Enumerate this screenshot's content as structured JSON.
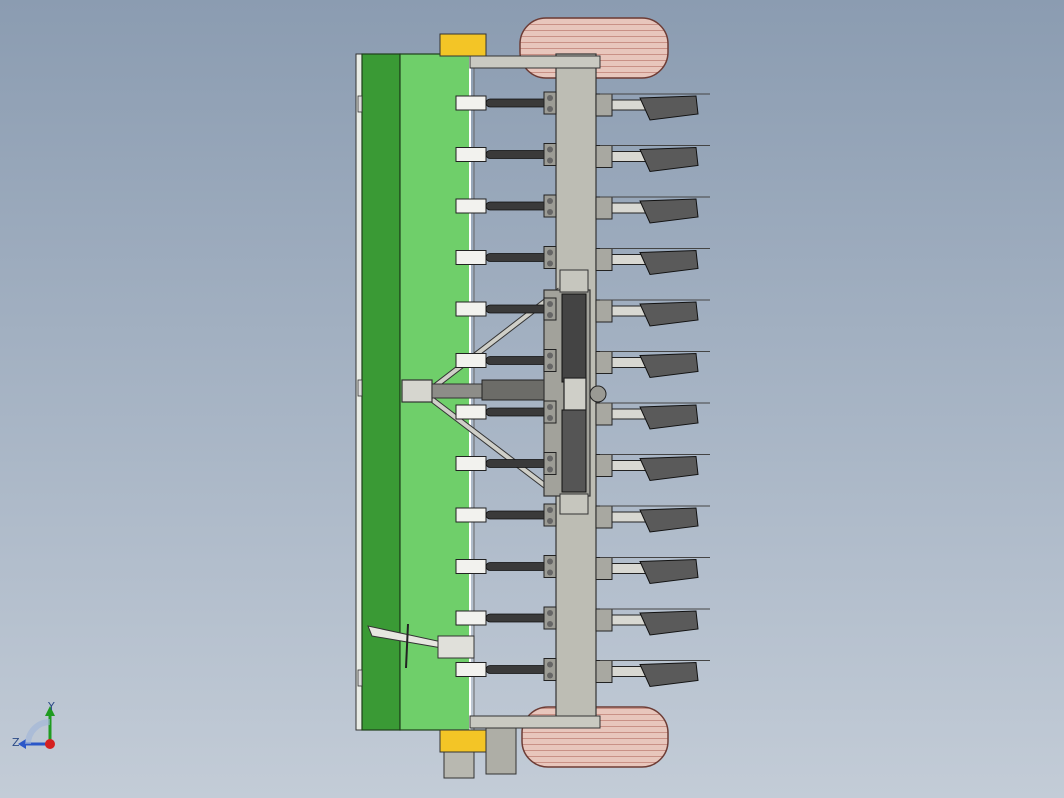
{
  "view": {
    "background_top": "#8b9cb1",
    "background_bottom": "#c3ccd7",
    "model": "seed-drill-top-view"
  },
  "model": {
    "hopper_dark_color": "#3a9a35",
    "hopper_light_color": "#6fcf6a",
    "frame_color": "#bdbdb4",
    "bracket_yellow": "#f3c526",
    "tire_color": "#d49a8c",
    "row_units": 12
  },
  "triad": {
    "y_label": "Y",
    "z_label": "Z",
    "x_color": "#d52020",
    "y_color": "#1f9b1f",
    "z_color": "#2b57c8"
  }
}
